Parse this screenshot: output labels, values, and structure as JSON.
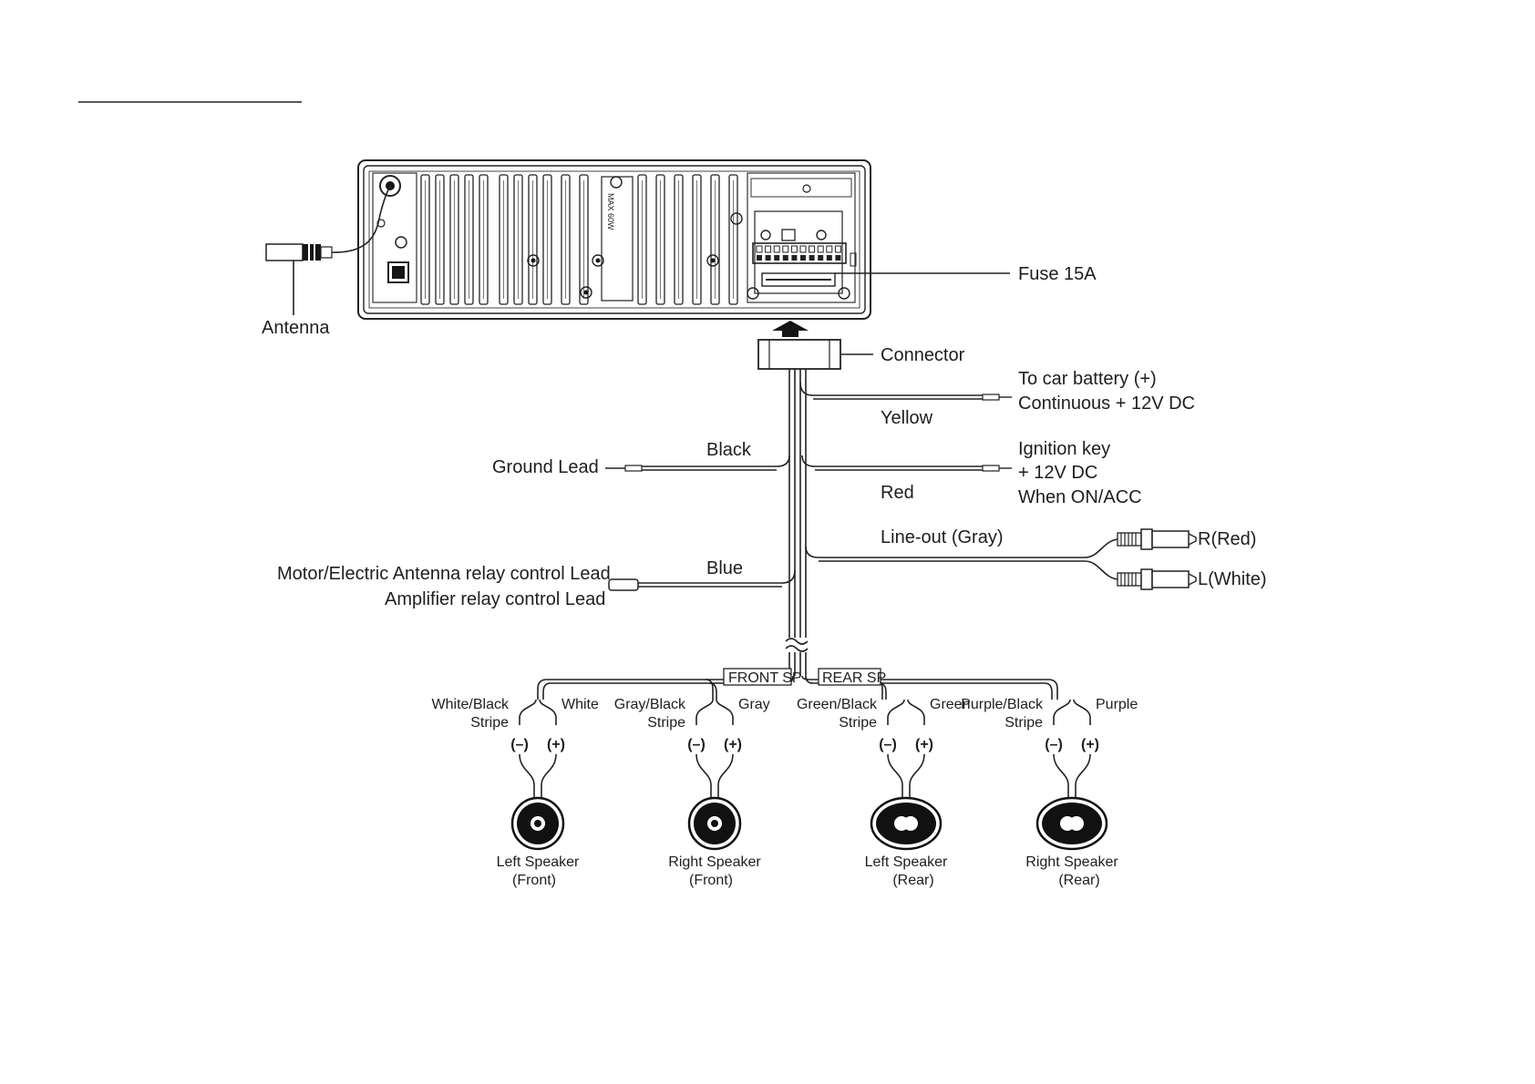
{
  "labels": {
    "antenna": "Antenna",
    "fuse": "Fuse 15A",
    "connector": "Connector",
    "battery_line1": "To car battery (+)",
    "battery_line2": "Continuous + 12V DC",
    "yellow": "Yellow",
    "ground_lead": "Ground Lead",
    "black": "Black",
    "ignition_line1": "Ignition key",
    "ignition_line2": "+ 12V DC",
    "ignition_line3": "When ON/ACC",
    "red": "Red",
    "lineout": "Line-out (Gray)",
    "r_red": "R(Red)",
    "l_white": "L(White)",
    "motor_line1": "Motor/Electric Antenna relay control Lead",
    "motor_line2": "Amplifier relay control Lead",
    "blue": "Blue",
    "front_sp": "FRONT SP",
    "rear_sp": "REAR SP",
    "unit_label": "MAX 60W"
  },
  "speakers": [
    {
      "neg_wire_line1": "White/Black",
      "neg_wire_line2": "Stripe",
      "pos_wire": "White",
      "neg": "(–)",
      "pos": "(+)",
      "name_line1": "Left Speaker",
      "name_line2": "(Front)",
      "shape": "round"
    },
    {
      "neg_wire_line1": "Gray/Black",
      "neg_wire_line2": "Stripe",
      "pos_wire": "Gray",
      "neg": "(–)",
      "pos": "(+)",
      "name_line1": "Right Speaker",
      "name_line2": "(Front)",
      "shape": "round"
    },
    {
      "neg_wire_line1": "Green/Black",
      "neg_wire_line2": "Stripe",
      "pos_wire": "Green",
      "neg": "(–)",
      "pos": "(+)",
      "name_line1": "Left Speaker",
      "name_line2": "(Rear)",
      "shape": "oval"
    },
    {
      "neg_wire_line1": "Purple/Black",
      "neg_wire_line2": "Stripe",
      "pos_wire": "Purple",
      "neg": "(–)",
      "pos": "(+)",
      "name_line1": "Right Speaker",
      "name_line2": "(Rear)",
      "shape": "oval"
    }
  ]
}
